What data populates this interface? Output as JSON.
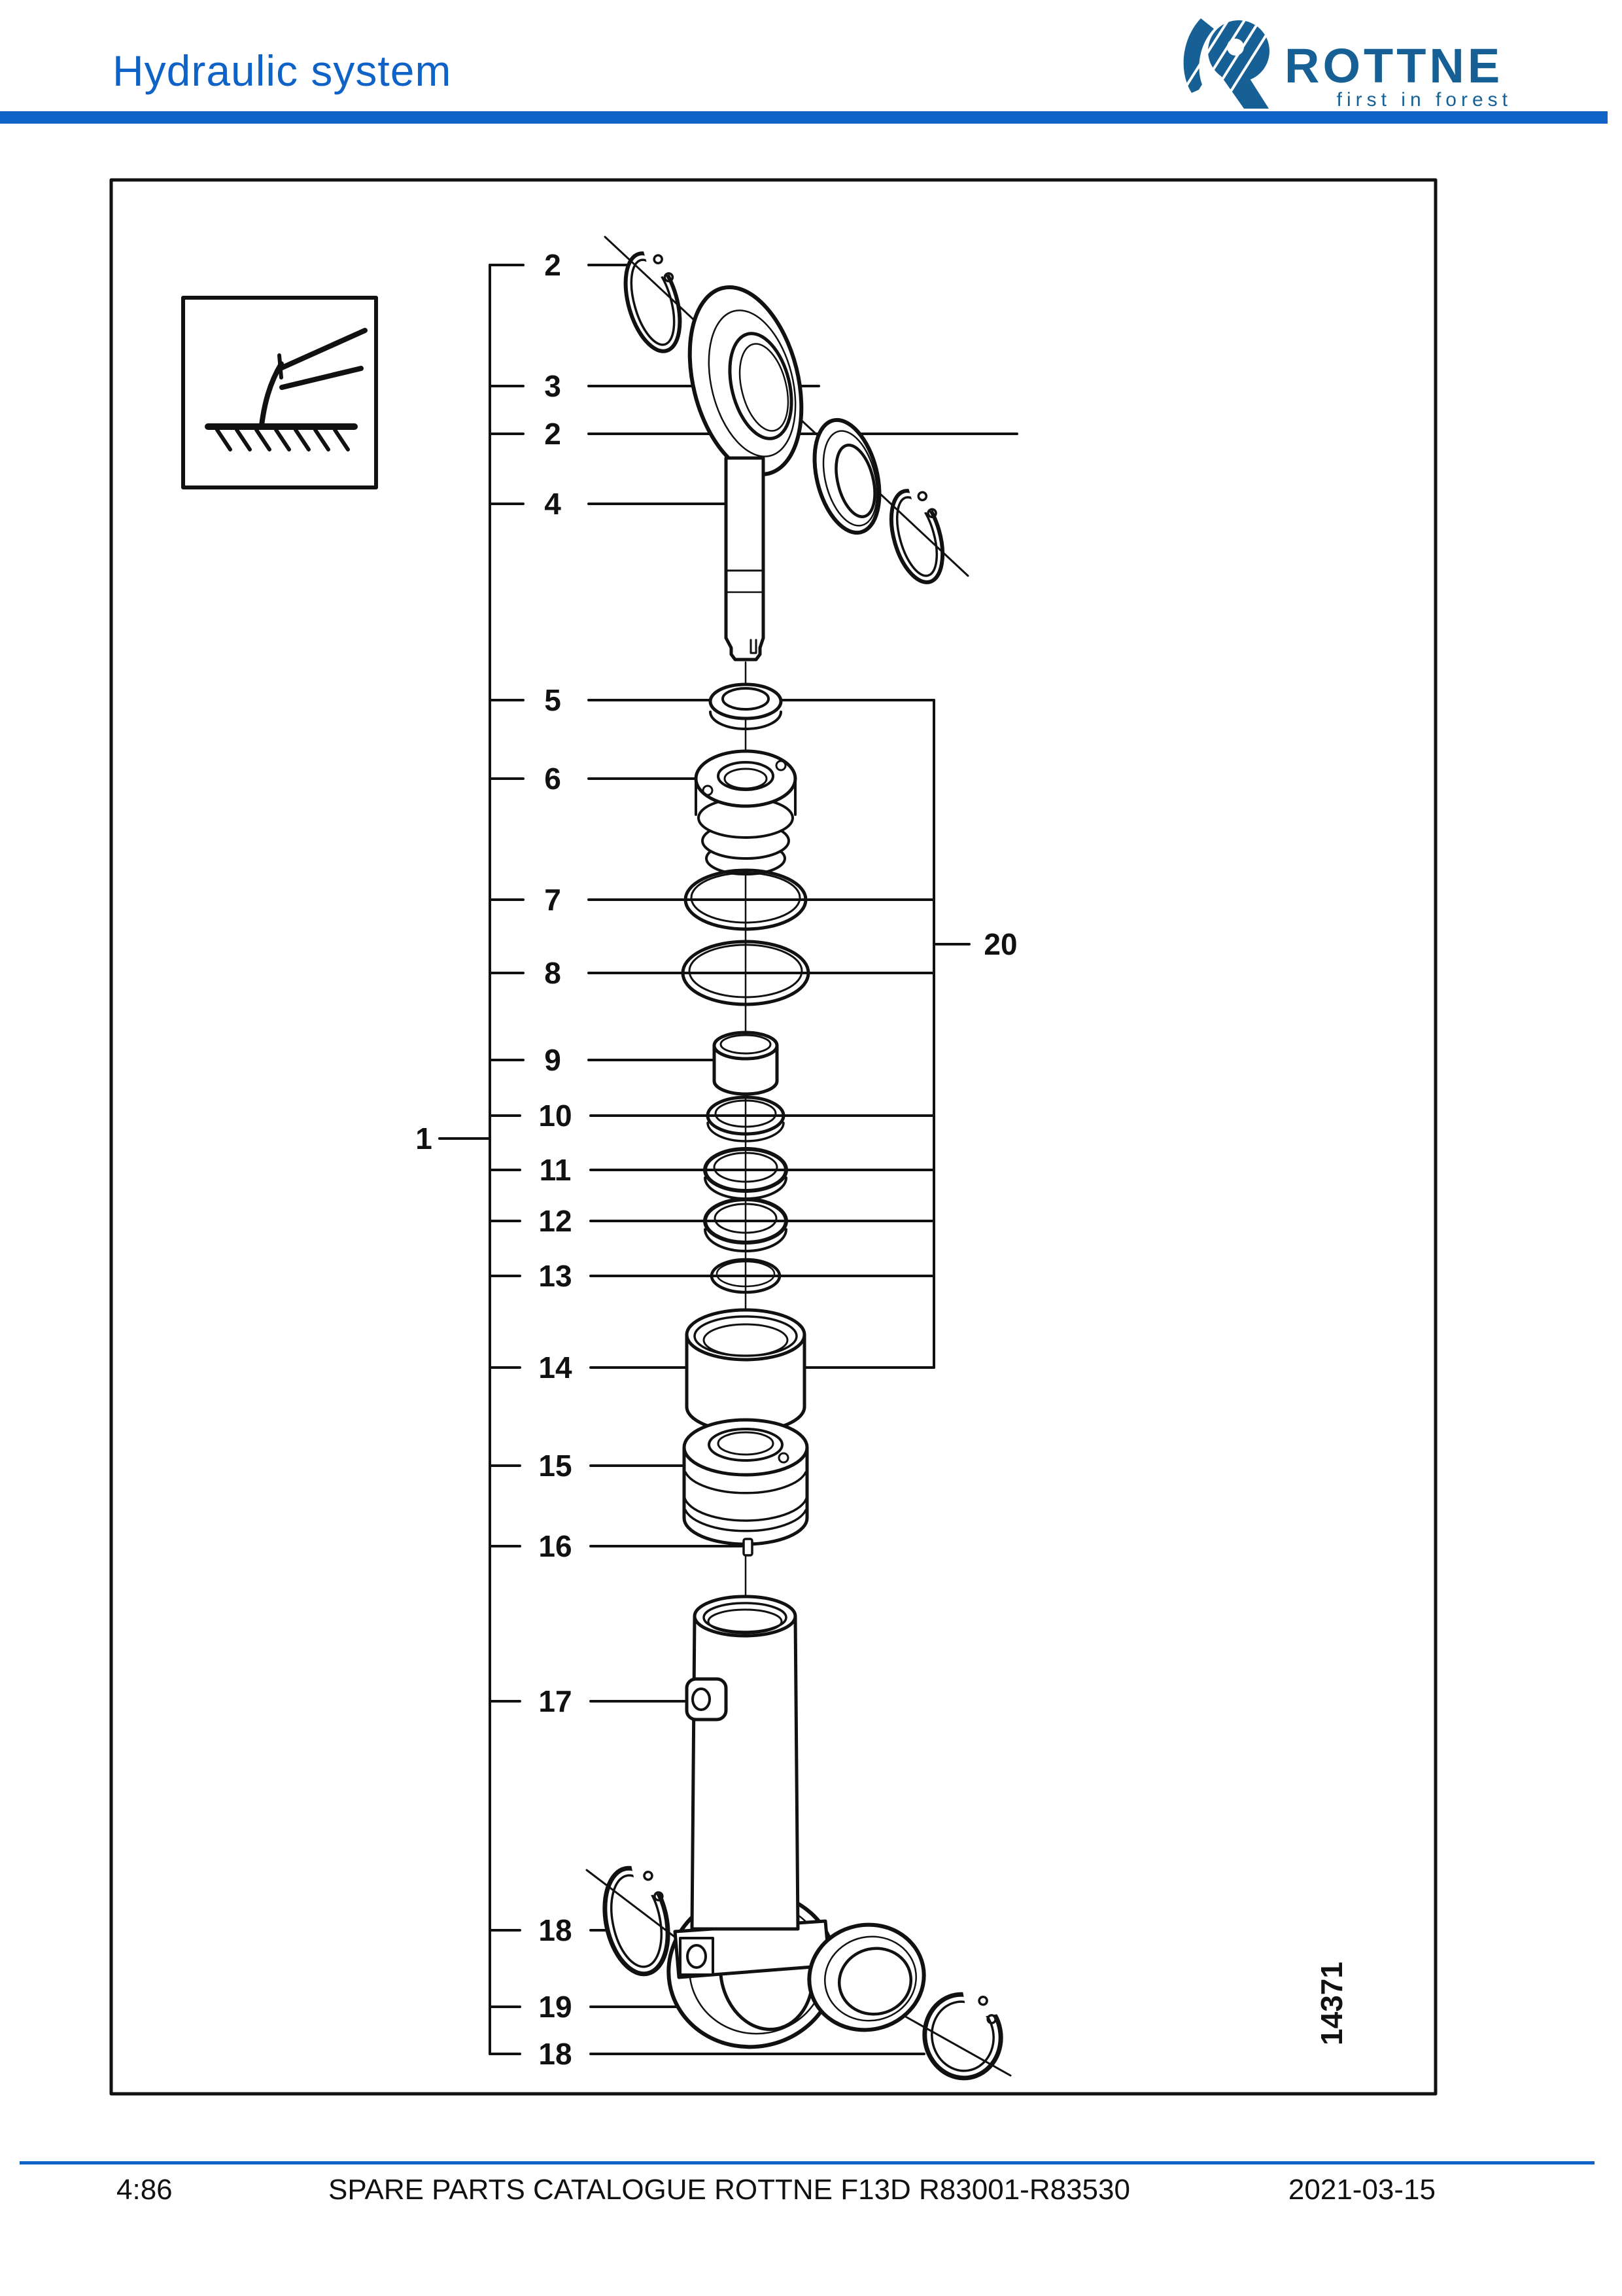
{
  "header": {
    "title": "Hydraulic system",
    "logo": {
      "brand": "ROTTNE",
      "tagline": "first in forest"
    }
  },
  "footer": {
    "page": "4:86",
    "catalogue": "SPARE PARTS CATALOGUE ROTTNE F13D R83001-R83530",
    "date": "2021-03-15"
  },
  "diagram": {
    "figure_number": "14371",
    "assembly_label": "1",
    "seal_kit_label": "20",
    "callouts": [
      {
        "label": "2"
      },
      {
        "label": "3"
      },
      {
        "label": "2"
      },
      {
        "label": "4"
      },
      {
        "label": "5"
      },
      {
        "label": "6"
      },
      {
        "label": "7"
      },
      {
        "label": "8"
      },
      {
        "label": "9"
      },
      {
        "label": "10"
      },
      {
        "label": "11"
      },
      {
        "label": "12"
      },
      {
        "label": "13"
      },
      {
        "label": "14"
      },
      {
        "label": "15"
      },
      {
        "label": "16"
      },
      {
        "label": "17"
      },
      {
        "label": "18"
      },
      {
        "label": "19"
      },
      {
        "label": "18"
      }
    ]
  },
  "colors": {
    "accent_blue": "#0F62C6",
    "logo_blue": "#166095",
    "line_black": "#111111"
  }
}
